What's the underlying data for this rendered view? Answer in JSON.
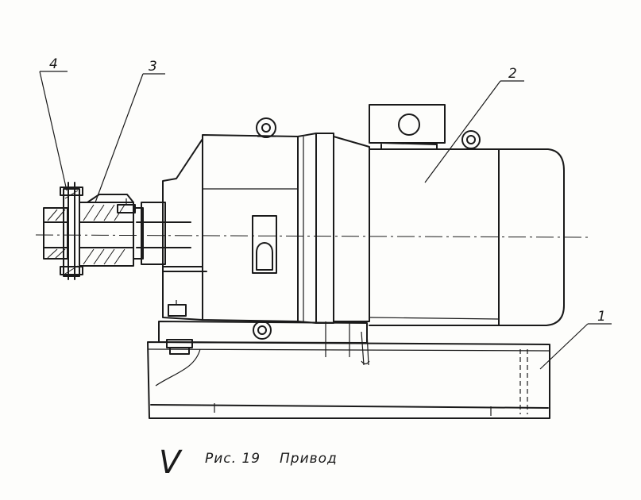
{
  "callouts": [
    {
      "id": "1",
      "label": "1"
    },
    {
      "id": "2",
      "label": "2"
    },
    {
      "id": "3",
      "label": "3"
    },
    {
      "id": "4",
      "label": "4"
    }
  ],
  "caption": {
    "mark": "V",
    "figure_number": "Рис. 19",
    "title": "Привод"
  }
}
